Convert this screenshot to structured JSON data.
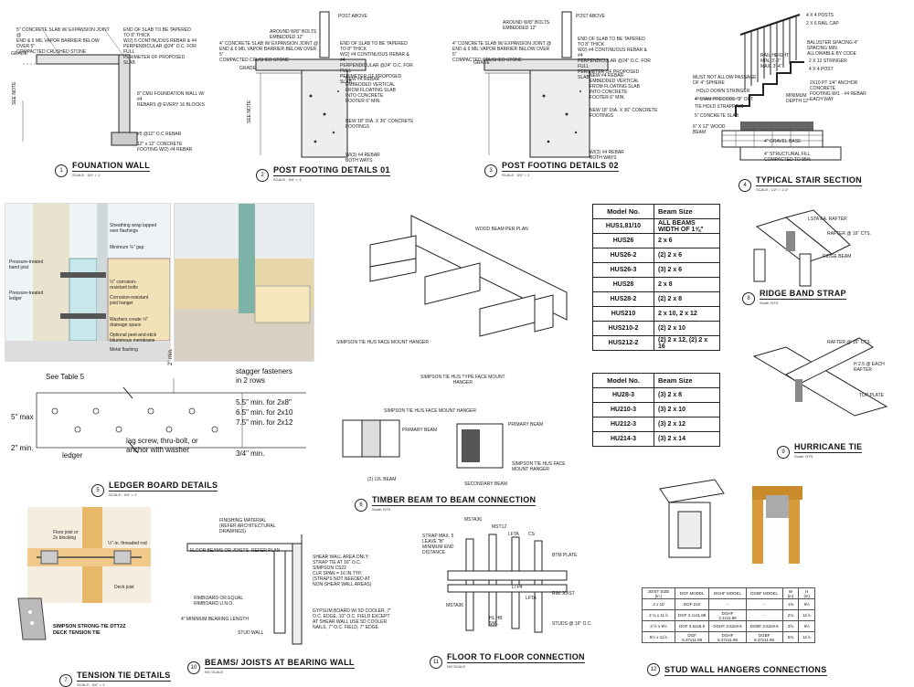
{
  "details": [
    {
      "num": "1",
      "title": "FOUNATION WALL",
      "scale": "SCALE : 3/4\" = 1'",
      "notes": [
        "5\" CONCRETE SLAB W/ EXPANSION JOINT @\nEND & 6 MIL VAPOR BARRIER BELOW OVER 5\"\nCOMPACTED CRUSHED STONE",
        "END OF SLAB TO BE TAPERED TO 8\" THICK\nW/2) 5 CONTINUOUS REBAR & #4\nPERPENDICULAR @24\" O.C. FOR FULL\nPERIMETER OF PROPOSED SLAB",
        "GRADE",
        "8\" CMU FOUNDATION WALL W/ #4\nREBARS @ EVERY 16 BLOCKS",
        "#5 @12\" O.C REBAR",
        "12\" x 12\" CONCRETE\nFOOTING W/2) #4 REBAR",
        "SEE NOTE"
      ]
    },
    {
      "num": "2",
      "title": "POST FOOTING DETAILS 01",
      "scale": "SCALE : 3/4\" = 1'",
      "notes": [
        "POST ABOVE",
        "4\" CONCRETE SLAB W/ EXPANSION JOINT @\nEND & 6 MIL VAPOR BARRIER BELOW OVER 5\"\nCOMPACTED CRUSHED STONE",
        "AROUND W/8\" BOLTS\nEMBEDDED 12\"",
        "END OF SLAB TO BE TAPERED TO 8\" THICK\nW/2) #4 CONTINUOUS REBAR & #4\nPERPENDICULAR @24\" O.C. FOR FULL\nPERIMETER OF PROPOSED SLAB",
        "GRADE",
        "NEW #4 REBAR\nEMBEDDED VERTICAL\nFROM FLOATING SLAB\nINTO CONCRETE\nFOOTER 6\" MIN.",
        "NEW 18\" DIA. X 36\" CONCRETE\nFOOTINGS",
        "W/(3) #4 REBAR\nBOTH WAYS",
        "SEE NOTE"
      ]
    },
    {
      "num": "3",
      "title": "POST FOOTING DETAILS 02",
      "scale": "SCALE : 3/4\" = 1'",
      "notes": [
        "POST ABOVE",
        "AROUND W/8\" BOLTS\nEMBEDDED 12\"",
        "4\" CONCRETE SLAB W/ EXPANSION JOINT @\nEND & 6 MIL VAPOR BARRIER BELOW OVER 5\"\nCOMPACTED CRUSHED STONE",
        "END OF SLAB TO BE TAPERED TO 8\" THICK\nW/2) #4 CONTINUOUS REBAR & #4\nPERPENDICULAR @24\" O.C. FOR FULL\nPERIMETER OF PROPOSED SLAB",
        "GRADE",
        "NEW #4 REBAR\nEMBEDDED VERTICAL\nFROM FLOATING SLAB\nINTO CONCRETE\nFOOTER 6\" MIN.",
        "NEW 18\" DIA. X 36\" CONCRETE\nFOOTINGS",
        "W/(3) #4 REBAR\nBOTH WAYS"
      ]
    },
    {
      "num": "4",
      "title": "TYPICAL  STAIR SECTION",
      "scale": "SCALE : 1/2\" = 1'-0\"",
      "notes": [
        "4 X 4 POSTS",
        "2 X 6 RAIL CAP",
        "BALUSTER SPACING 4\" SPACING MIN.\nALLOWABLE BY CODE",
        "RAIL HEIGHT\nMIN. 3'-0\"\nMAX. 3'-4\"",
        "2 X 12 STRINGER",
        "MUST NOT ALLOW PASSAGE\nOF 4\" SPHERE",
        "4 X 4 POST",
        "2X10 PT 1/4\" ANCHOR CONCRETE\nFOOTING W/1 - #4 REBAR EACH WAY",
        "HOLD DOWN STRINGER",
        "4\" DIAM PRECODE \"3\" OPT",
        "MINIMUM\nDEPTH 12\"",
        "TIE HOLD STRAPPING",
        "5\" CONCRETE SLAB",
        "6\" X 12\" WOOD\nBEAM",
        "4\" GRAVEL BASE",
        "4\" STRUCTURAL FILL\nCOMPACTED TO 95%"
      ]
    },
    {
      "num": "5",
      "title": "LEDGER BOARD DETAILS",
      "scale": "SCALE : 3/4\" = 1'",
      "notes": [
        "Sheathing wrap lapped\nover flashings",
        "Minimum ⅛\" gap",
        "Pressure-treated\nband joist",
        "Pressure-treated\nledger",
        "½\" corrosion-\nresistant bolts",
        "Corrosion-resistant\njoist hanger",
        "Washers create ½\"\ndrainage space",
        "Optional peel-and-stick\nbituminous membrane",
        "Metal flashing",
        "See Table 5",
        "2\" min.",
        "stagger fasteners\nin 2 rows",
        "5\" max",
        "5.5\" min. for 2x8\"",
        "6.5\" min. for 2x10",
        "7.5\" min. for 2x12",
        "2\" min.",
        "ledger",
        "lag screw, thru-bolt, or\nanchor with washer",
        "3/4\" min."
      ]
    },
    {
      "num": "6",
      "title": "TIMBER BEAM TO BEAM CONNECTION",
      "scale": "Scale: NTS",
      "notes": [
        "WOOD  BEAM PER PLAN",
        "SIMPSON TIE HUS  FACE MOUNT HANGER",
        "SIMPSON TIE HUS  TYPE FACE MOUNT\nHANGER",
        "SIMPSON TIE HUS FACE MOUNT HANGER",
        "PRIMARY BEAM",
        "(2) LVL BEAM",
        "PRIMARY BEAM",
        "SIMPSON TIE HUS FACE\nMOUNT HANGER",
        "SECONDARY BEAM"
      ]
    },
    {
      "num": "7",
      "title": "TENSION TIE DETAILS",
      "scale": "SCALE : 3/4\" = 1'",
      "notes": [
        "Floor joist or\n2x blocking",
        "½\"-in. threaded rod",
        "Deck joist",
        "SIMPSON STRONG-TIE DTT2Z\nDECK TENSION TIE"
      ]
    },
    {
      "num": "8",
      "title": "RIDGE BAND STRAP",
      "scale": "Scale: NTS",
      "notes": [
        "LSTA EA. RAFTER",
        "RAFTER @ 16\" CTS.",
        "RIDGE BEAM"
      ]
    },
    {
      "num": "9",
      "title": "HURRICANE TIE",
      "scale": "Scale: NTS",
      "notes": [
        "RAFTER @ 16\" CTS.",
        "H 2.5 @ EACH\nRAFTER",
        "TOP PLATE"
      ]
    },
    {
      "num": "10",
      "title": "BEAMS/ JOISTS AT BEARING WALL",
      "scale": "NO SCALE",
      "notes": [
        "FINISHING MATERIAL\n(REFER ARCHITECTURAL\nDRAWINGS)",
        "FLOOR BEAMS OR JOISTS- REFER PLAN",
        "SHEAR WALL AREA ONLY:\nSTRAP TIE AT 16\" O.C.\nSIMPSON CS22\nCLR SPAN = 16 IN.TYP.\n(STRAPS NOT NEEDED AT\nNON-SHEAR WALL AREAS)",
        "RIMBOARD OR EQUAL\nRIMBOARD U.N.O.",
        "4\" MINIMUM BEARING LENGTH",
        "STUD WALL",
        "GYPSUM BOARD W/ 5D COOLER, 7\"\nO.C. EDGE, 10\" O.C. FIELD EXCEPT\nAT SHEAR WALL USE 5D COOLER\nNAILS, 7\" O.C. FIELD, 7\" EDGE"
      ]
    },
    {
      "num": "11",
      "title": "FLOOR TO FLOOR CONNECTION",
      "scale": "NO SCALE",
      "notes": [
        "STRAP MAX. 5\nLEAVE \"B\"\nMINIMUM END\nDISTANCE",
        "MSTA36",
        "MST12",
        "LFTA",
        "CS",
        "BTM PLATE",
        "RIM JOIST",
        "STUDS @ 16\" O.C.",
        "MSTA36",
        "HL HB\nSML",
        "LTP4",
        "LFTA"
      ]
    },
    {
      "num": "12",
      "title": "STUD WALL HANGERS CONNECTIONS",
      "scale": "",
      "notes": []
    }
  ],
  "hus_table": {
    "headers": [
      "Model No.",
      "Beam Size"
    ],
    "rows": [
      [
        "HUS1.81/10",
        "ALL BEAMS WIDTH OF 1⅝\""
      ],
      [
        "HUS26",
        "2 x 6"
      ],
      [
        "HUS26-2",
        "(2) 2 x 6"
      ],
      [
        "HUS26-3",
        "(3) 2 x 6"
      ],
      [
        "HUS28",
        "2 x 8"
      ],
      [
        "HUS28-2",
        "(2) 2 x 8"
      ],
      [
        "HUS210",
        "2 x 10, 2 x 12"
      ],
      [
        "HUS210-2",
        "(2) 2 x 10"
      ],
      [
        "HUS212-2",
        "(2) 2 x 12, (2) 2 x 16"
      ]
    ]
  },
  "hu_table": {
    "headers": [
      "Model No.",
      "Beam Size"
    ],
    "rows": [
      [
        "HU28-3",
        "(3) 2 x 8"
      ],
      [
        "HU210-3",
        "(3) 2 x 10"
      ],
      [
        "HU212-3",
        "(3) 2 x 12"
      ],
      [
        "HU214-3",
        "(3) 2 x 14"
      ]
    ]
  },
  "joist_table": {
    "headers": [
      "JOIST SIZE (in.)",
      "DGF MODEL",
      "DGHF MODEL",
      "DGBF MODEL",
      "W (in)",
      "H (in)"
    ],
    "rows": [
      [
        "2 x 10",
        "DGF 210",
        "-",
        "-",
        "1⅜",
        "9½"
      ],
      [
        "2 ⅛ x 11⅞",
        "DGF 2.1x11.88",
        "DGHF 2.1x11.88",
        "-",
        "2⅛",
        "11⅞"
      ],
      [
        "3 ½ x 9½",
        "DGF 3.62x9.5",
        "DGHF 3.62x9.5",
        "DGBF 3.62x9.5",
        "3⅝",
        "9½"
      ],
      [
        "5½ x 11⅞",
        "DGF 5.37x11.88",
        "DGHF 5.37x11.88",
        "DGBF 5.37x11.88",
        "5⅜",
        "11⅞"
      ]
    ]
  }
}
